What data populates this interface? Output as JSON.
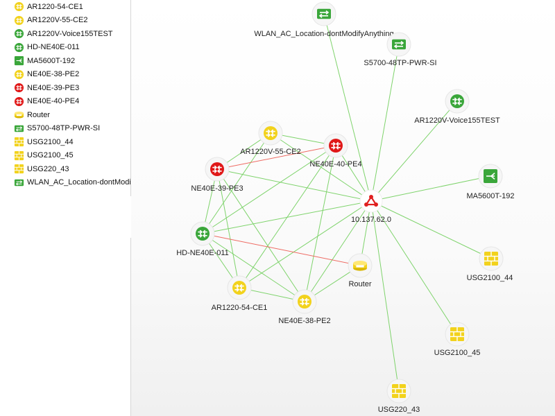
{
  "colors": {
    "green": "#3aa63a",
    "yellow": "#f2d21c",
    "red": "#e01818",
    "link": "#7ed36b",
    "link_alarm": "#ee6a62",
    "center": "#e02020"
  },
  "devices": [
    {
      "label": "AR1220-54-CE1",
      "icon": "router-yellow-icon"
    },
    {
      "label": "AR1220V-55-CE2",
      "icon": "router-yellow-icon"
    },
    {
      "label": "AR1220V-Voice155TEST",
      "icon": "router-green-icon"
    },
    {
      "label": "HD-NE40E-011",
      "icon": "router-green-icon"
    },
    {
      "label": "MA5600T-192",
      "icon": "olt-green-icon"
    },
    {
      "label": "NE40E-38-PE2",
      "icon": "router-yellow-icon"
    },
    {
      "label": "NE40E-39-PE3",
      "icon": "router-red-icon"
    },
    {
      "label": "NE40E-40-PE4",
      "icon": "router-red-icon"
    },
    {
      "label": "Router",
      "icon": "generic-router-yellow-icon"
    },
    {
      "label": "S5700-48TP-PWR-SI",
      "icon": "switch-green-icon"
    },
    {
      "label": "USG2100_44",
      "icon": "firewall-yellow-icon"
    },
    {
      "label": "USG2100_45",
      "icon": "firewall-yellow-icon"
    },
    {
      "label": "USG220_43",
      "icon": "firewall-yellow-icon"
    },
    {
      "label": "WLAN_AC_Location-dontModifyAnything",
      "icon": "wlan-ac-green-icon"
    }
  ],
  "topology": {
    "center": {
      "label": "10.137.62.0",
      "icon": "subnet-icon"
    },
    "nodes": [
      {
        "label": "WLAN_AC_Location-dontModifyAnything",
        "icon": "wlan-ac-green-icon"
      },
      {
        "label": "S5700-48TP-PWR-SI",
        "icon": "switch-green-icon"
      },
      {
        "label": "AR1220V-Voice155TEST",
        "icon": "router-green-icon"
      },
      {
        "label": "MA5600T-192",
        "icon": "olt-green-icon"
      },
      {
        "label": "USG2100_44",
        "icon": "firewall-yellow-icon"
      },
      {
        "label": "USG2100_45",
        "icon": "firewall-yellow-icon"
      },
      {
        "label": "USG220_43",
        "icon": "firewall-yellow-icon"
      },
      {
        "label": "AR1220V-55-CE2",
        "icon": "router-yellow-icon"
      },
      {
        "label": "NE40E-40-PE4",
        "icon": "router-red-icon"
      },
      {
        "label": "NE40E-39-PE3",
        "icon": "router-red-icon"
      },
      {
        "label": "HD-NE40E-011",
        "icon": "router-green-icon"
      },
      {
        "label": "Router",
        "icon": "generic-router-yellow-icon"
      },
      {
        "label": "AR1220-54-CE1",
        "icon": "router-yellow-icon"
      },
      {
        "label": "NE40E-38-PE2",
        "icon": "router-yellow-icon"
      }
    ]
  }
}
